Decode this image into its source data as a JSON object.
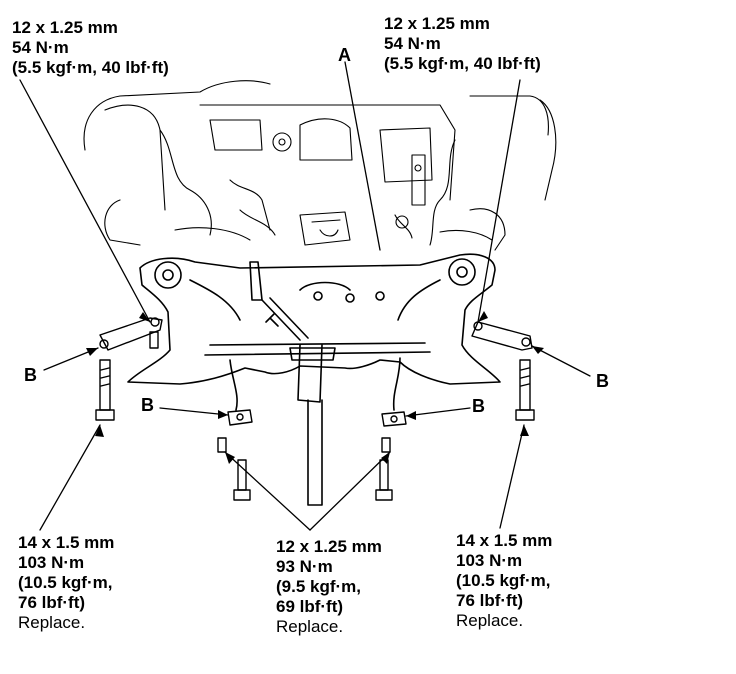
{
  "specs": {
    "top_left": {
      "line1": "12 x 1.25 mm",
      "line2": "54 N·m",
      "line3": "(5.5 kgf·m, 40 lbf·ft)"
    },
    "top_right": {
      "line1": "12 x 1.25 mm",
      "line2": "54 N·m",
      "line3": "(5.5 kgf·m, 40 lbf·ft)"
    },
    "bottom_left": {
      "line1": "14 x 1.5 mm",
      "line2": "103 N·m",
      "line3": "(10.5 kgf·m,",
      "line4": "76 lbf·ft)",
      "line5": "Replace."
    },
    "bottom_center": {
      "line1": "12 x 1.25 mm",
      "line2": "93 N·m",
      "line3": "(9.5 kgf·m,",
      "line4": "69 lbf·ft)",
      "line5": "Replace."
    },
    "bottom_right": {
      "line1": "14 x 1.5 mm",
      "line2": "103 N·m",
      "line3": "(10.5 kgf·m,",
      "line4": "76 lbf·ft)",
      "line5": "Replace."
    }
  },
  "callouts": {
    "a": "A",
    "b": "B"
  }
}
